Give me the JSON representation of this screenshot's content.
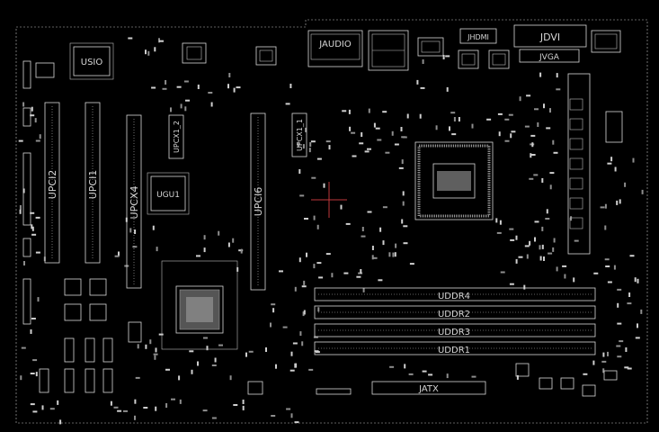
{
  "colors": {
    "background": "#000000",
    "silkscreen": "#d9d9d9",
    "crosshair": "#c0393b"
  },
  "labels": {
    "usio": "USIO",
    "jaudio": "JAUDIO",
    "jhdmi": "JHDMI",
    "jdvi": "JDVI",
    "jvga": "JVGA",
    "upci2": "UPCI2",
    "upci1": "UPCI1",
    "upcx4": "UPCX4",
    "upcx1_2": "UPCX1_2",
    "ugu1": "UGU1",
    "upcx16": "UPCI6",
    "upcx1_1": "UPCX1_1",
    "uddr4": "UDDR4",
    "uddr2": "UDDR2",
    "uddr3": "UDDR3",
    "uddr1": "UDDR1",
    "jatx": "JATX"
  }
}
